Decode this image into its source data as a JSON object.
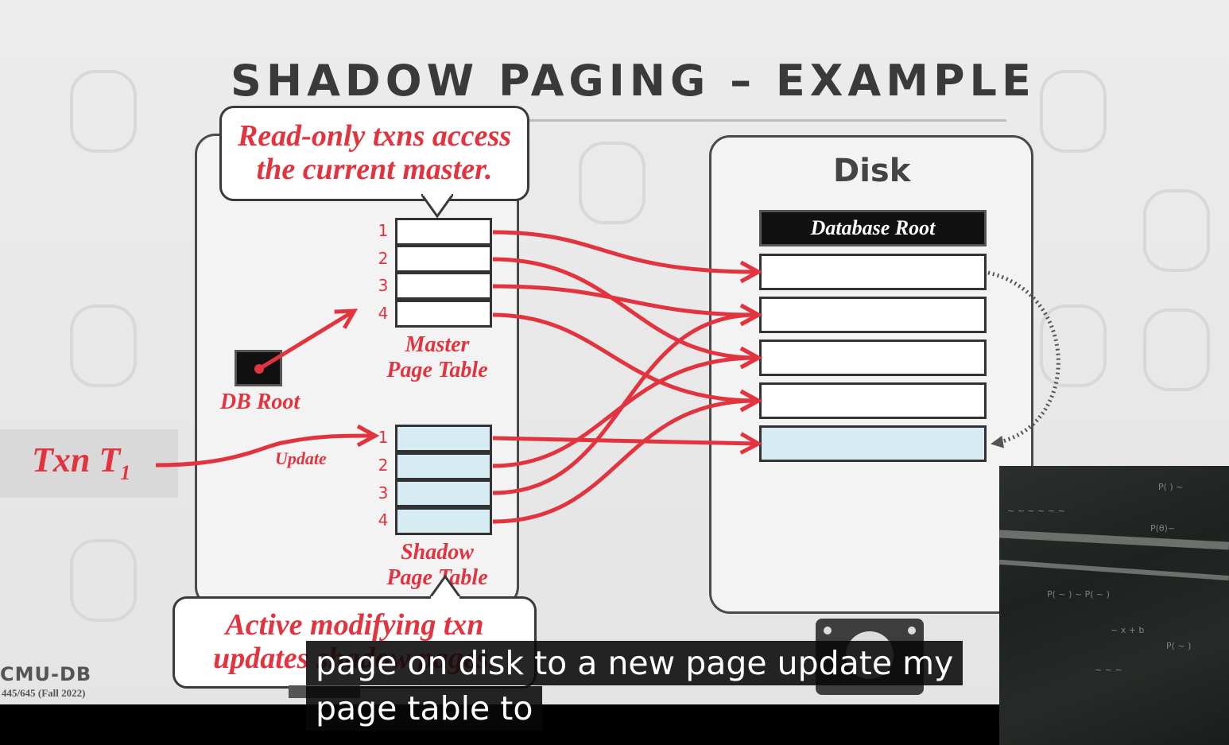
{
  "slide": {
    "title": "SHADOW PAGING – EXAMPLE",
    "callout_top": {
      "line1": "Read-only txns access",
      "line2": "the current master."
    },
    "callout_bottom": {
      "line1": "Active modifying txn",
      "line2": "updates shadow pages."
    },
    "disk": {
      "title": "Disk",
      "root_label": "Database Root"
    },
    "master_table": {
      "label_line1": "Master",
      "label_line2": "Page Table",
      "rows": [
        "1",
        "2",
        "3",
        "4"
      ]
    },
    "shadow_table": {
      "label_line1": "Shadow",
      "label_line2": "Page Table",
      "rows": [
        "1",
        "2",
        "3",
        "4"
      ]
    },
    "db_root_label": "DB Root",
    "txn": {
      "name": "Txn T",
      "subscript": "1",
      "action": "Update"
    },
    "footer": {
      "logo": "CMU-DB",
      "course": "445/645 (Fall 2022)"
    },
    "colors": {
      "accent": "#e2343f",
      "shadow_page": "#d7ebf3"
    }
  },
  "captions": {
    "line1": "page on disk to a new page update my",
    "line2": "page table to"
  },
  "webcam": {
    "icon": "lecture-camera-feed"
  }
}
